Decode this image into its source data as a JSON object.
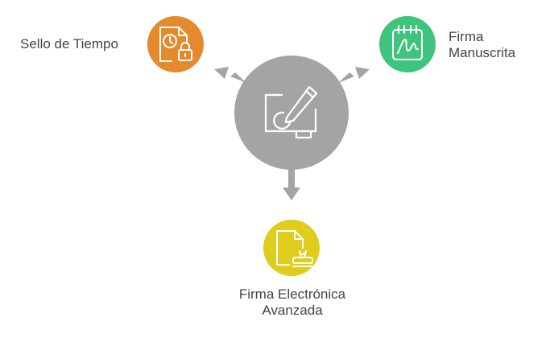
{
  "colors": {
    "center": "#a4a4a4",
    "sello": "#e58a2c",
    "manuscrita": "#3ec47c",
    "avanzada": "#e0cc1c",
    "icon_stroke": "#ffffff",
    "label_text": "#444444"
  },
  "center": {
    "icon": "signature-pen-icon"
  },
  "nodes": [
    {
      "label": "Sello de Tiempo",
      "icon": "timestamp-lock-document-icon"
    },
    {
      "label_line1": "Firma",
      "label_line2": "Manuscrita",
      "icon": "handwritten-signature-calendar-icon"
    },
    {
      "label_line1": "Firma Electrónica",
      "label_line2": "Avanzada",
      "icon": "document-stamp-icon"
    }
  ]
}
